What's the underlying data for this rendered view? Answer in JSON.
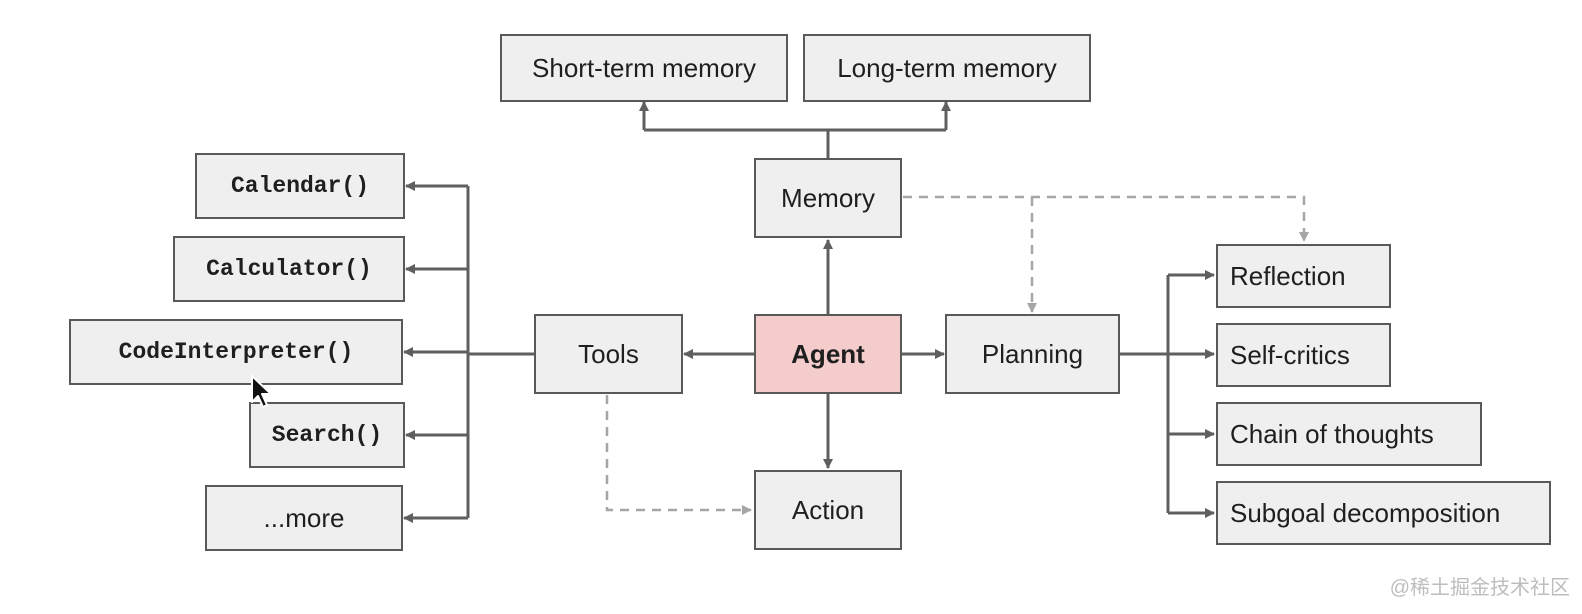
{
  "nodes": {
    "agent": "Agent",
    "memory": "Memory",
    "short_term_memory": "Short-term memory",
    "long_term_memory": "Long-term memory",
    "tools": "Tools",
    "action": "Action",
    "planning": "Planning",
    "reflection": "Reflection",
    "self_critics": "Self-critics",
    "chain_of_thoughts": "Chain of thoughts",
    "subgoal_decomposition": "Subgoal decomposition",
    "calendar": "Calendar()",
    "calculator": "Calculator()",
    "code_interpreter": "CodeInterpreter()",
    "search": "Search()",
    "more": "...more"
  },
  "watermark": "@稀土掘金技术社区",
  "colors": {
    "node_fill": "#efefef",
    "agent_fill": "#f4cccc",
    "border": "#595959",
    "solid_edge": "#5f5f5f",
    "dashed_edge": "#a6a6a6"
  }
}
